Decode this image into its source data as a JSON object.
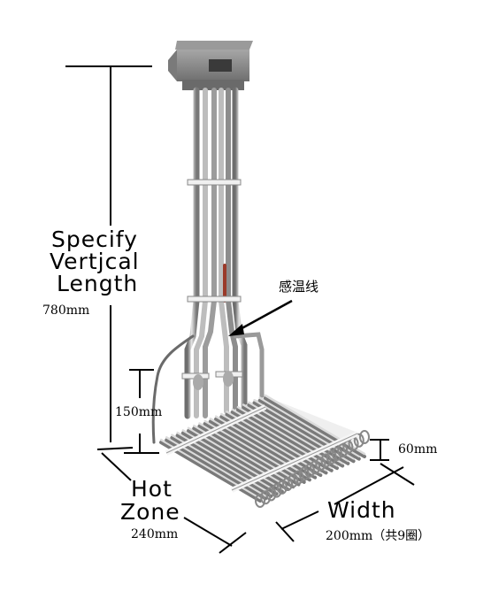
{
  "labels": {
    "vertical_title_1": "Specify",
    "vertical_title_2": "Vertjcal",
    "vertical_title_3": "Length",
    "vertical_value": "780mm",
    "sensor_wire": "感温线",
    "low_height_value": "150mm",
    "coil_height_value": "60mm",
    "hot_zone_1": "Hot",
    "hot_zone_2": "Zone",
    "hot_zone_value": "240mm",
    "width_title": "Width",
    "width_value": "200mm（共9圈）"
  },
  "colors": {
    "background": "#ffffff",
    "metal_light": "#d9d9d9",
    "metal_dark": "#7a7a7a",
    "junction_box": "#8c8c8c",
    "dimension_lines": "#000000"
  }
}
